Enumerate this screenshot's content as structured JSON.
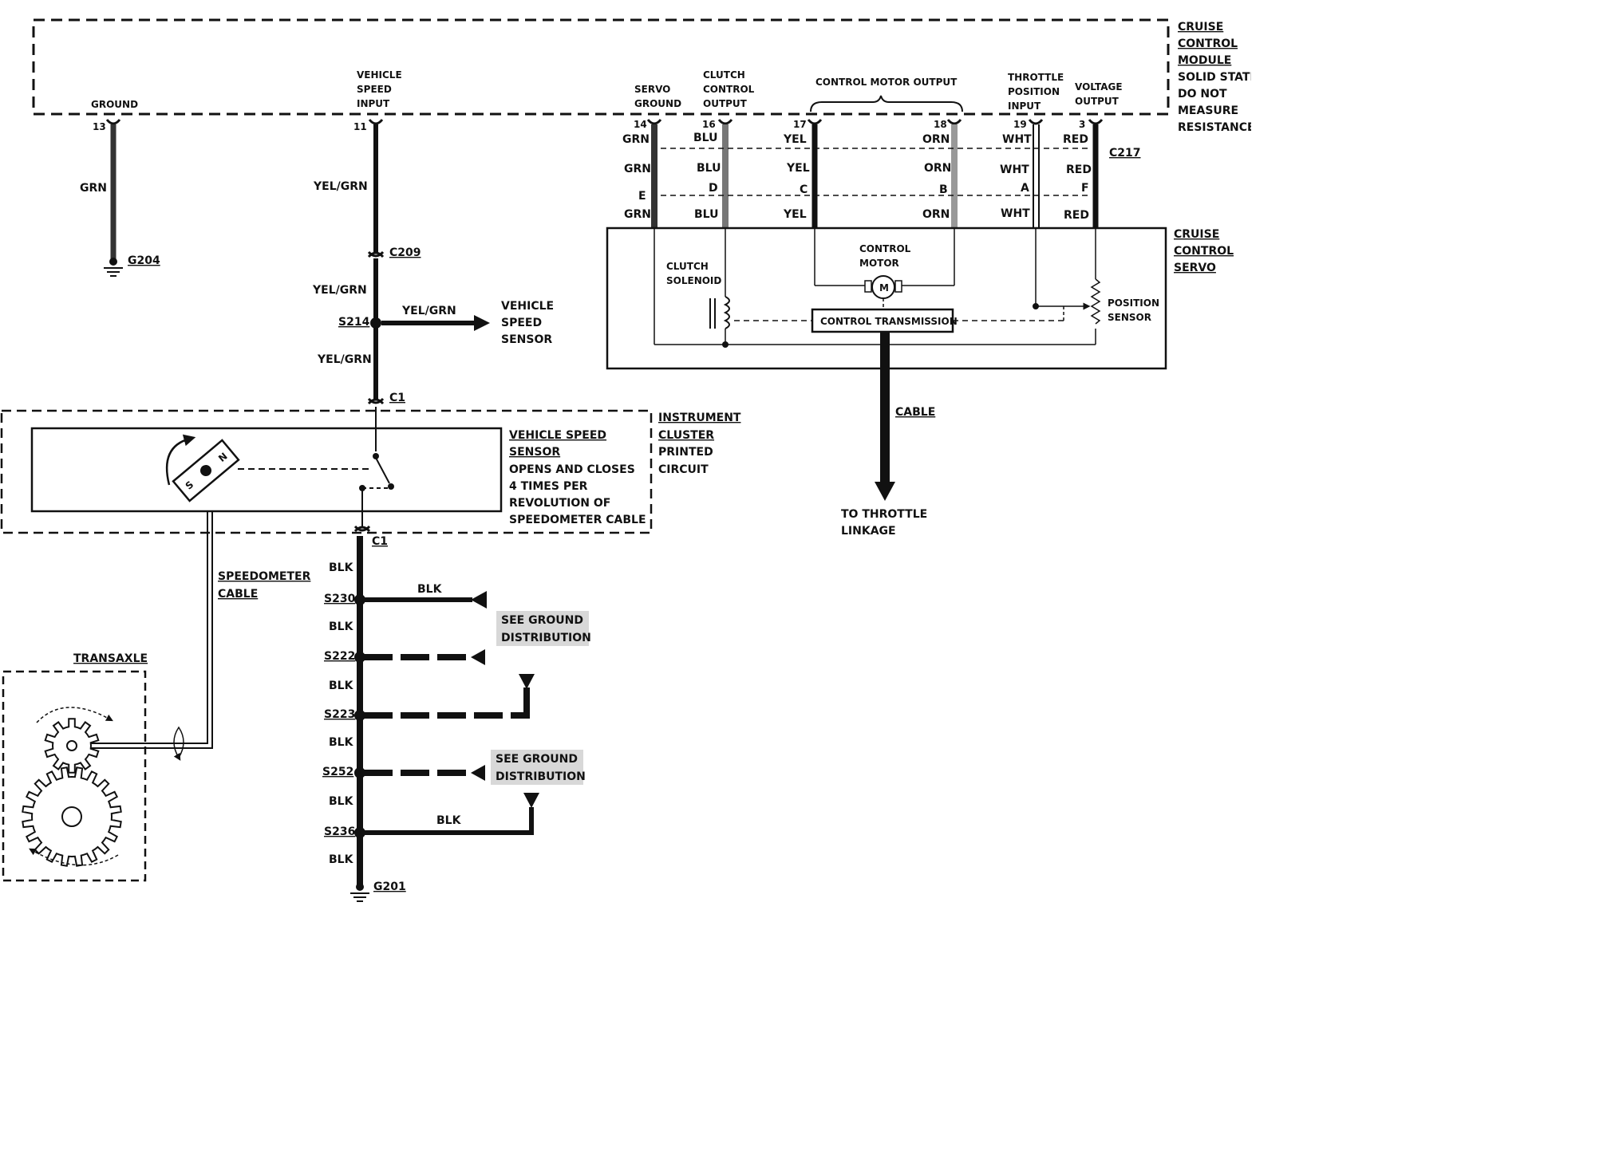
{
  "module": {
    "title": [
      "CRUISE",
      "CONTROL",
      "MODULE"
    ],
    "note": [
      "SOLID STATE",
      "DO NOT",
      "MEASURE",
      "RESISTANCE"
    ],
    "pins": {
      "ground": {
        "label": "GROUND",
        "num": "13",
        "wire": "GRN"
      },
      "vss_input": {
        "label": [
          "VEHICLE",
          "SPEED",
          "INPUT"
        ],
        "num": "11"
      },
      "servo_ground": {
        "label": [
          "SERVO",
          "GROUND"
        ],
        "num": "14"
      },
      "clutch_output": {
        "label": [
          "CLUTCH",
          "CONTROL",
          "OUTPUT"
        ],
        "num": "16"
      },
      "motor_output": {
        "label": "CONTROL MOTOR OUTPUT",
        "num_a": "17",
        "num_b": "18"
      },
      "tps_input": {
        "label": [
          "THROTTLE",
          "POSITION",
          "INPUT"
        ],
        "num": "19"
      },
      "voltage_output": {
        "label": [
          "VOLTAGE",
          "OUTPUT"
        ],
        "num": "3"
      }
    }
  },
  "servo_wires": {
    "grn": "GRN",
    "blu": "BLU",
    "yel": "YEL",
    "orn": "ORN",
    "wht": "WHT",
    "red": "RED",
    "pin_e": "E",
    "pin_d": "D",
    "pin_c": "C",
    "pin_b": "B",
    "pin_a": "A",
    "pin_f": "F"
  },
  "connectors": {
    "c217": "C217",
    "c209": "C209",
    "c1_top": "C1",
    "c1_bottom": "C1"
  },
  "grounds": {
    "g204": "G204",
    "g201": "G201"
  },
  "servo": {
    "title": [
      "CRUISE",
      "CONTROL",
      "SERVO"
    ],
    "clutch_solenoid": [
      "CLUTCH",
      "SOLENOID"
    ],
    "control_motor": [
      "CONTROL",
      "MOTOR"
    ],
    "motor_symbol": "M",
    "control_transmission": "CONTROL TRANSMISSION",
    "position_sensor": [
      "POSITION",
      "SENSOR"
    ],
    "cable_label": "CABLE",
    "throttle": [
      "TO THROTTLE",
      "LINKAGE"
    ]
  },
  "vss_circuit": {
    "wire_label": "YEL/GRN",
    "splice": "S214",
    "branch_label": "YEL/GRN",
    "destination": [
      "VEHICLE",
      "SPEED",
      "SENSOR"
    ]
  },
  "cluster": {
    "title": [
      "INSTRUMENT",
      "CLUSTER",
      "PRINTED",
      "CIRCUIT"
    ],
    "sensor_title": [
      "VEHICLE SPEED",
      "SENSOR"
    ],
    "sensor_desc": [
      "OPENS AND CLOSES",
      "4 TIMES PER",
      "REVOLUTION OF",
      "SPEEDOMETER CABLE"
    ],
    "magnet_n": "N",
    "magnet_s": "S"
  },
  "speedometer_cable": [
    "SPEEDOMETER",
    "CABLE"
  ],
  "transaxle": "TRANSAXLE",
  "ground_circuit": {
    "wire": "BLK",
    "splices": [
      "S230",
      "S222",
      "S223",
      "S252",
      "S236"
    ],
    "branch_blk": "BLK",
    "see_ground": [
      "SEE GROUND",
      "DISTRIBUTION"
    ]
  },
  "colors": {
    "ink": "#111111",
    "wire_grey": "#888888",
    "box_shade": "#d8d8d8"
  }
}
